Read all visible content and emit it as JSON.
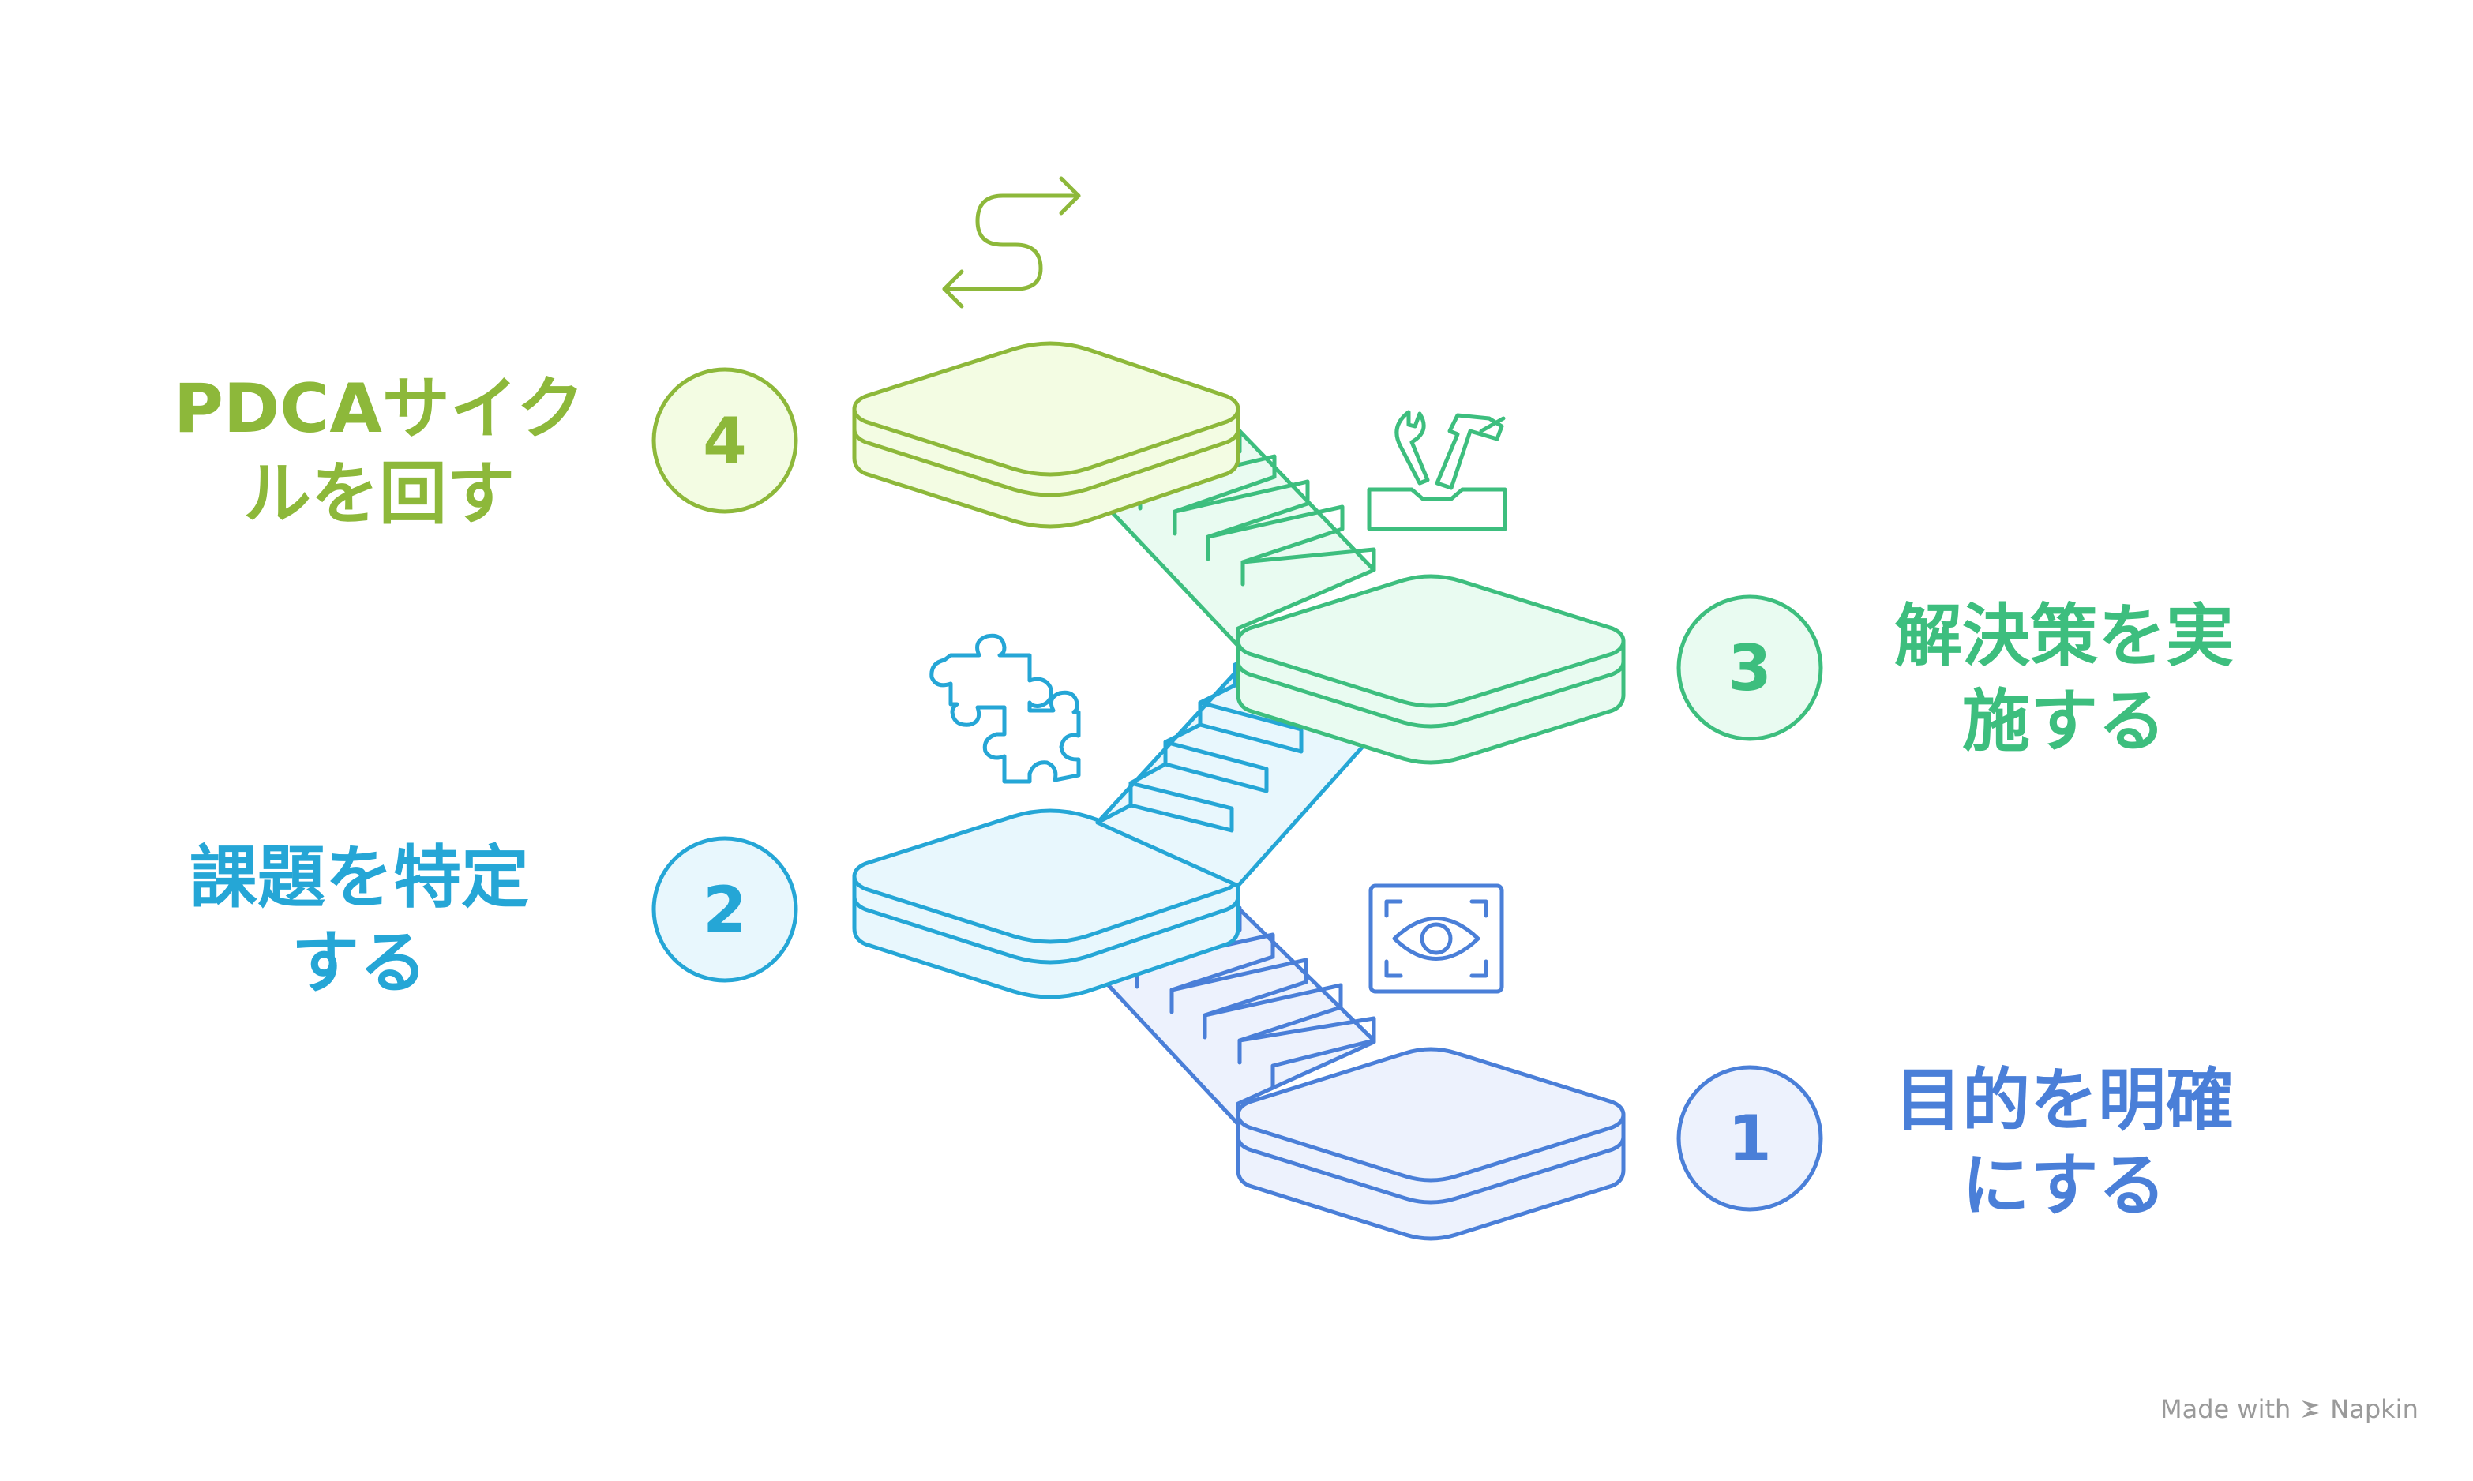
{
  "steps": [
    {
      "number": "1",
      "line1": "目的を明確",
      "line2": "にする",
      "color": "#4A7FD8",
      "fill": "#EDF2FD"
    },
    {
      "number": "2",
      "line1": "課題を特定",
      "line2": "する",
      "color": "#25A6D6",
      "fill": "#E8F7FD"
    },
    {
      "number": "3",
      "line1": "解決策を実",
      "line2": "施する",
      "color": "#3DBE7E",
      "fill": "#E9FBF1"
    },
    {
      "number": "4",
      "line1": "PDCAサイク",
      "line2": "ルを回す",
      "color": "#8DB83A",
      "fill": "#F3FCE3"
    }
  ],
  "icons": [
    "eye-scan-icon",
    "puzzle-piece-icon",
    "toolbox-icon",
    "cycle-arrow-icon"
  ],
  "credit": {
    "prefix": "Made with",
    "brand": "Napkin"
  }
}
